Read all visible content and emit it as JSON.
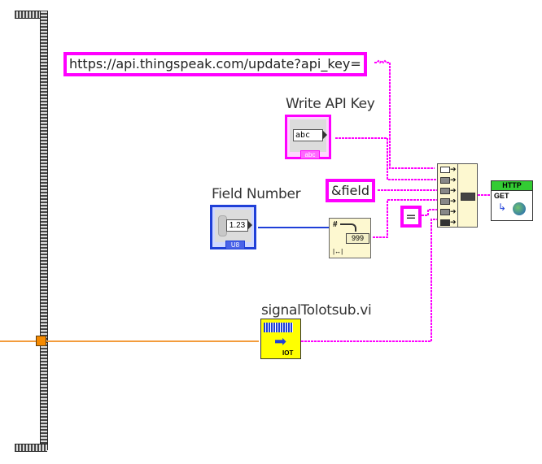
{
  "diagram": {
    "type": "LabVIEW block diagram",
    "url_constant": "https://api.thingspeak.com/update?api_key=",
    "field_constant": "&field",
    "equals_constant": "=",
    "write_api_key": {
      "label": "Write API Key",
      "indicator_text": "abc",
      "type_badge": "abc"
    },
    "field_number": {
      "label": "Field Number",
      "indicator_text": "1.23",
      "type_badge": "U8"
    },
    "number_to_string": {
      "icon_text": "999",
      "hash": "#"
    },
    "concatenate": {
      "inputs": 6
    },
    "http_get": {
      "header": "HTTP",
      "method": "GET"
    },
    "subvi": {
      "label": "signalTolotsub.vi",
      "icon_text": "IOT"
    },
    "colors": {
      "string_wire": "#ff00ff",
      "numeric_wire": "#1f3fd8",
      "cluster_wire": "#f39c3c",
      "frame": "#444444",
      "http_header": "#33cc33",
      "function_bg": "#fdf8d0",
      "subvi_bg": "#ffff00"
    }
  }
}
